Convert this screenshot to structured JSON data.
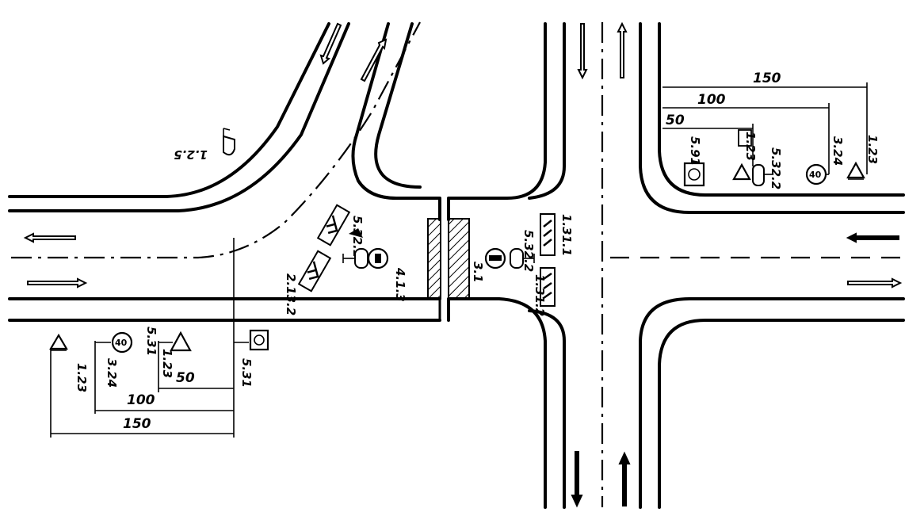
{
  "diagram": {
    "left_group": {
      "dimensions": [
        "50",
        "100",
        "150"
      ],
      "sign_labels": [
        "1.23",
        "3.24",
        "5.31",
        "1.23",
        "5.31"
      ]
    },
    "right_group": {
      "dimensions": [
        "150",
        "100",
        "50"
      ],
      "sign_labels": [
        "5.91",
        "1.23",
        "5.32.2",
        "3.24",
        "1.23"
      ]
    },
    "upper_left_sign": {
      "label": "1.2.5"
    },
    "island_left": {
      "labels": [
        "2.13.2",
        "5.32.1",
        "4.1.3"
      ]
    },
    "island_right": {
      "labels": [
        "3.1",
        "5.32.2",
        "1.31.1",
        "1.31.2"
      ]
    },
    "speed_signs": [
      "40",
      "40"
    ],
    "colors": {
      "ink": "#000000",
      "paper": "#ffffff"
    }
  }
}
